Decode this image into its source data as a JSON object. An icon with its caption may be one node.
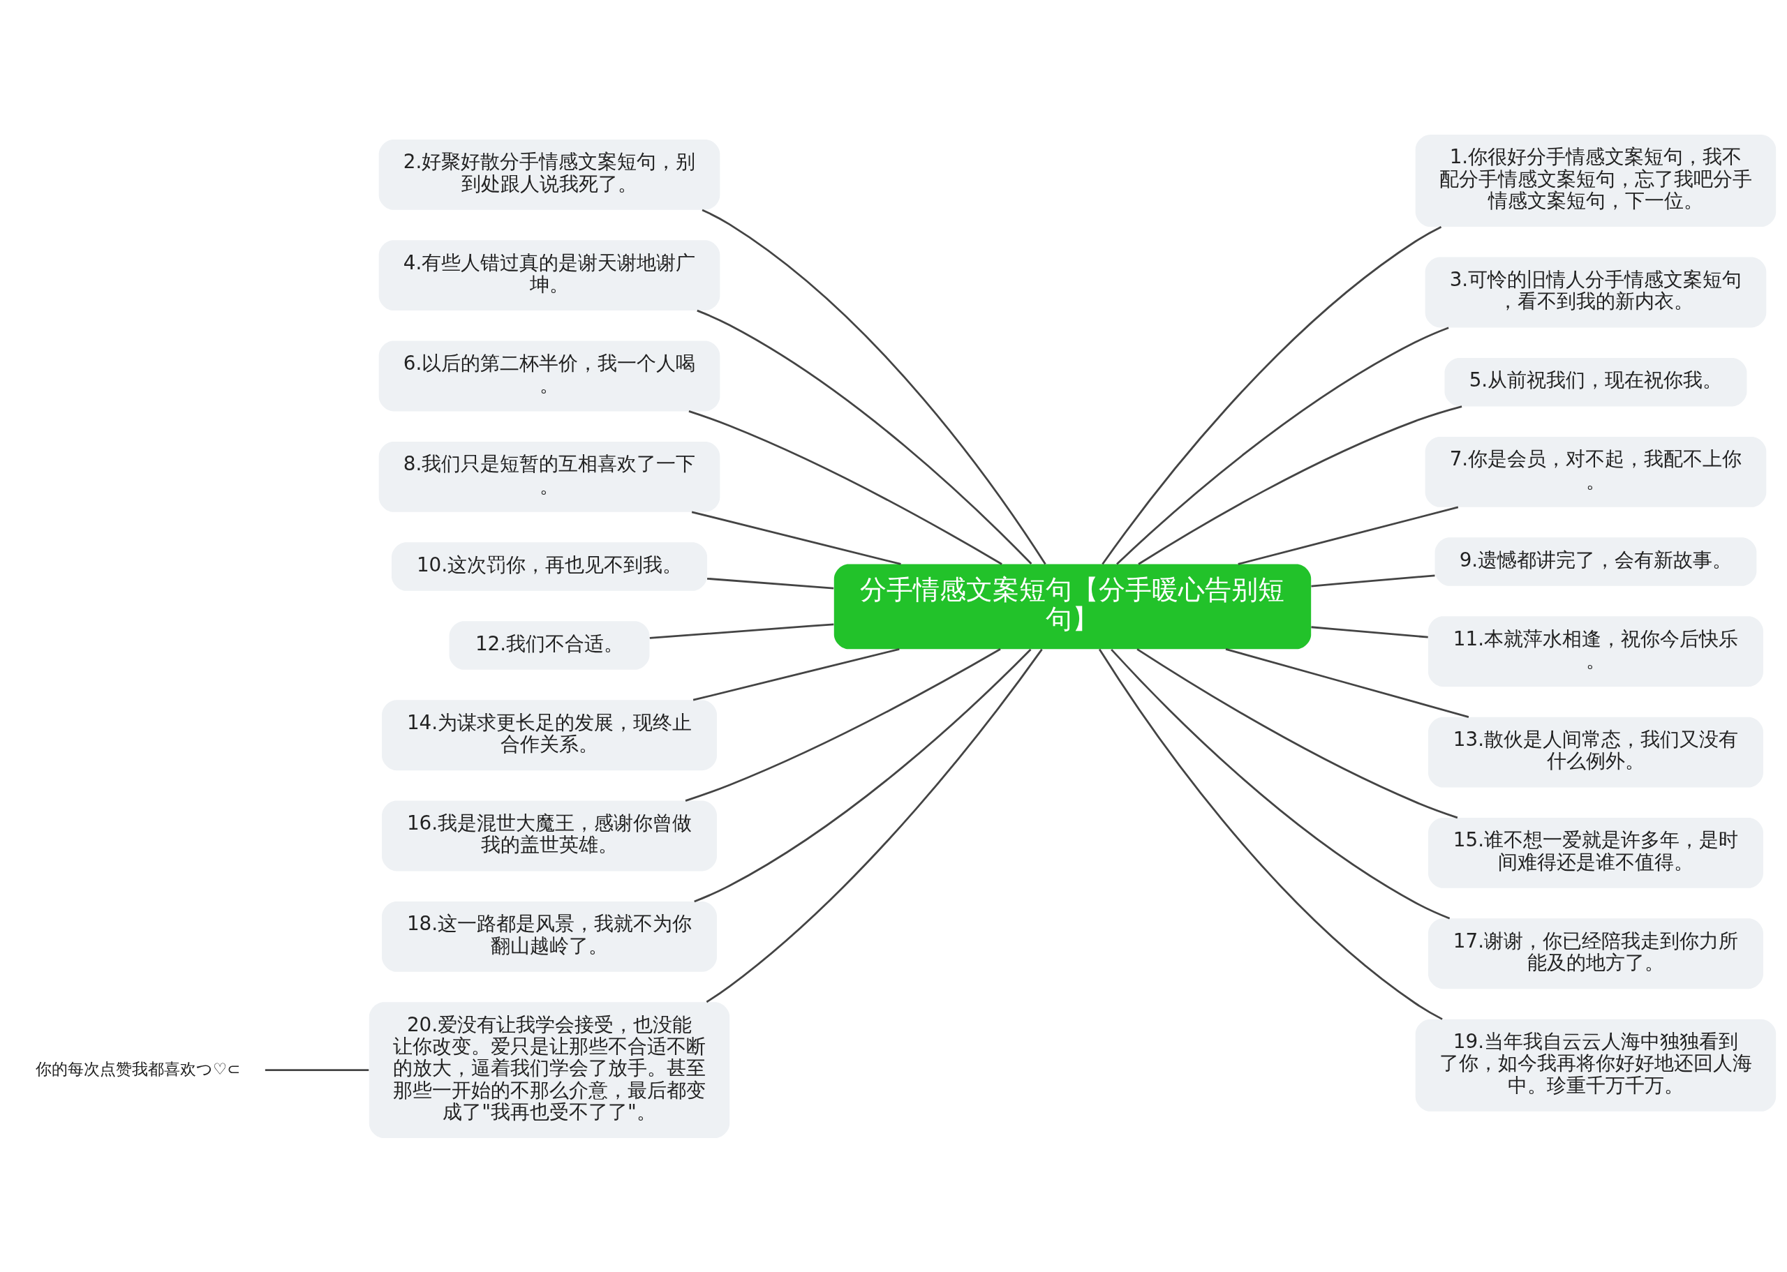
{
  "diagram": {
    "nodes": [
      {
        "text": [
          "分手情感文案短句【分手暖心告别短句】"
        ]
      },
      {
        "text": [
          "1.你很好分手情感文案短句，我不配分手情感文案短句，忘了我吧分手情感文案短句，下一位。"
        ]
      },
      {
        "text": [
          "2.好聚好散分手情感文案短句，别到处跟人说我死了。"
        ]
      },
      {
        "text": [
          "3.可怜的旧情人分手情感文案短句，看不到我的新内衣。"
        ]
      },
      {
        "text": [
          "4.有些人错过真的是谢天谢地谢广坤。"
        ]
      },
      {
        "text": [
          "5.从前祝我们，现在祝你我。"
        ]
      },
      {
        "text": [
          "6.以后的第二杯半价，我一个人喝。"
        ]
      },
      {
        "text": [
          "7.你是会员，对不起，我配不上你。"
        ]
      },
      {
        "text": [
          "8.我们只是短暂的互相喜欢了一下。"
        ]
      },
      {
        "text": [
          "9.遗憾都讲完了，会有新故事。"
        ]
      },
      {
        "text": [
          "10.这次罚你，再也见不到我。"
        ]
      },
      {
        "text": [
          "11.本就萍水相逢，祝你今后快乐。"
        ]
      },
      {
        "text": [
          "12.我们不合适。"
        ]
      },
      {
        "text": [
          "13.散伙是人间常态，我们又没有什么例外。"
        ]
      },
      {
        "text": [
          "14.为谋求更长足的发展，现终止合作关系。"
        ]
      },
      {
        "text": [
          "15.谁不想一爱就是许多年，是时间难得还是谁不值得。"
        ]
      },
      {
        "text": [
          "16.我是混世大魔王，感谢你曾做我的盖世英雄。"
        ]
      },
      {
        "text": [
          "17.谢谢，你已经陪我走到你力所能及的地方了。"
        ]
      },
      {
        "text": [
          "18.这一路都是风景，我就不为你翻山越岭了。"
        ]
      },
      {
        "text": [
          "19.当年我自云云人海中独独看到了你，如今我再将你好好地还回人海中。珍重千万千万。"
        ]
      },
      {
        "text": [
          "20.爱没有让我学会接受，也没能让你改变。爱只是让那些不合适不断的放大，逼着我们学会了放手。甚至那些一开始的不那么介意，最后都变成了\"我再也受不了了\"。"
        ]
      },
      {
        "text": [
          "你的每次点赞我都喜欢つ♡⊂"
        ]
      }
    ],
    "edges": [
      {
        "from": 0,
        "to": 1,
        "arrow": "none"
      },
      {
        "from": 0,
        "to": 2,
        "arrow": "none"
      },
      {
        "from": 0,
        "to": 3,
        "arrow": "none"
      },
      {
        "from": 0,
        "to": 4,
        "arrow": "none"
      },
      {
        "from": 0,
        "to": 5,
        "arrow": "none"
      },
      {
        "from": 0,
        "to": 6,
        "arrow": "none"
      },
      {
        "from": 0,
        "to": 7,
        "arrow": "none"
      },
      {
        "from": 0,
        "to": 8,
        "arrow": "none"
      },
      {
        "from": 0,
        "to": 9,
        "arrow": "none"
      },
      {
        "from": 0,
        "to": 10,
        "arrow": "none"
      },
      {
        "from": 0,
        "to": 11,
        "arrow": "none"
      },
      {
        "from": 0,
        "to": 12,
        "arrow": "none"
      },
      {
        "from": 0,
        "to": 13,
        "arrow": "none"
      },
      {
        "from": 0,
        "to": 14,
        "arrow": "none"
      },
      {
        "from": 0,
        "to": 15,
        "arrow": "none"
      },
      {
        "from": 0,
        "to": 16,
        "arrow": "none"
      },
      {
        "from": 0,
        "to": 17,
        "arrow": "none"
      },
      {
        "from": 0,
        "to": 18,
        "arrow": "none"
      },
      {
        "from": 0,
        "to": 19,
        "arrow": "none"
      },
      {
        "from": 0,
        "to": 20,
        "arrow": "none"
      },
      {
        "from": 20,
        "to": 21,
        "arrow": "none"
      }
    ]
  }
}
